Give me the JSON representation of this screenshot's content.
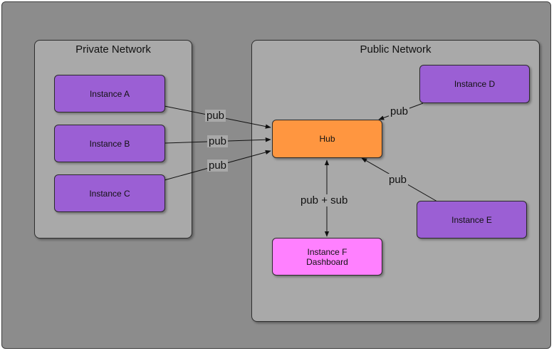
{
  "groups": {
    "private": {
      "title": "Private Network"
    },
    "public": {
      "title": "Public Network"
    }
  },
  "nodes": {
    "instance_a": "Instance A",
    "instance_b": "Instance B",
    "instance_c": "Instance C",
    "instance_d": "Instance D",
    "instance_e": "Instance E",
    "hub": "Hub",
    "instance_f": {
      "line1": "Instance F",
      "line2": "Dashboard"
    }
  },
  "edges": {
    "a_to_hub": "pub",
    "b_to_hub": "pub",
    "c_to_hub": "pub",
    "d_to_hub": "pub",
    "e_to_hub": "pub",
    "hub_f": "pub + sub"
  },
  "colors": {
    "instance": "#9b5fd4",
    "hub": "#ff9640",
    "dashboard": "#ff80ff",
    "group": "#a9a9a9",
    "background": "#8c8c8c"
  }
}
